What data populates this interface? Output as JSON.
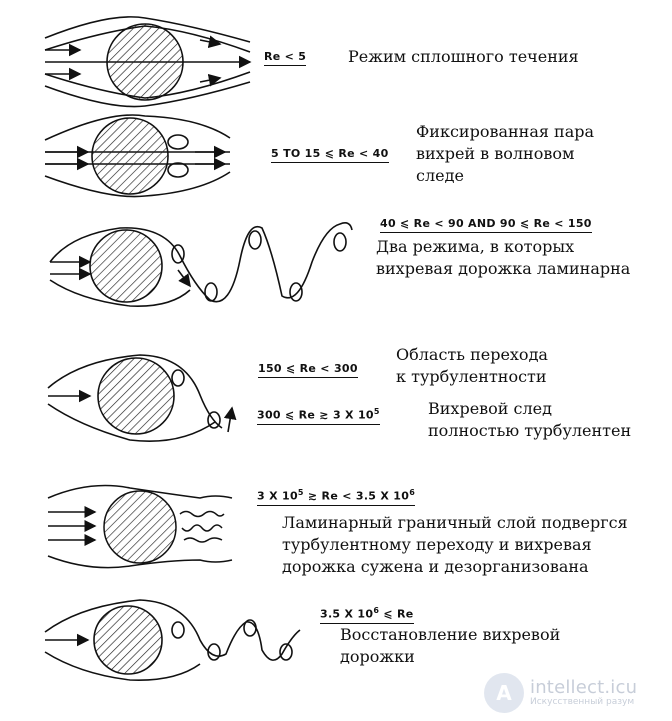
{
  "regimes": [
    {
      "condition": "Re  <  5",
      "description": "Режим сплошного течения"
    },
    {
      "condition": "5 TO 15  ⩽  Re  <  40",
      "description": "Фиксированная пара\nвихрей в волновом\nследе"
    },
    {
      "condition": "40  ⩽  Re  <  90 AND 90  ⩽  Re  <  150",
      "description": "Два режима, в которых\nвихревая дорожка ламинарна"
    },
    {
      "condition": "150  ⩽  Re  <  300",
      "description": "Область перехода\nк турбулентности"
    },
    {
      "condition_html": "300  ⩽  Re  ≳  3 X 10<sup>5</sup>",
      "description": "Вихревой след\nполностью турбулентен"
    },
    {
      "condition_html": "3 X 10<sup>5</sup>  ≳  Re  <  3.5 X 10<sup>6</sup>",
      "description": "Ламинарный граничный слой подвергся\nтурбулентному переходу и вихревая\nдорожка сужена и дезорганизована"
    },
    {
      "condition_html": "3.5 X 10<sup>6</sup>  ⩽  Re",
      "description": "Восстановление вихревой\nдорожки"
    }
  ],
  "watermark": {
    "logo_letter": "A",
    "title": "intellect.icu",
    "subtitle": "Искусственный разум"
  },
  "colors": {
    "ink": "#111111",
    "watermark": "#9aa6ba"
  }
}
